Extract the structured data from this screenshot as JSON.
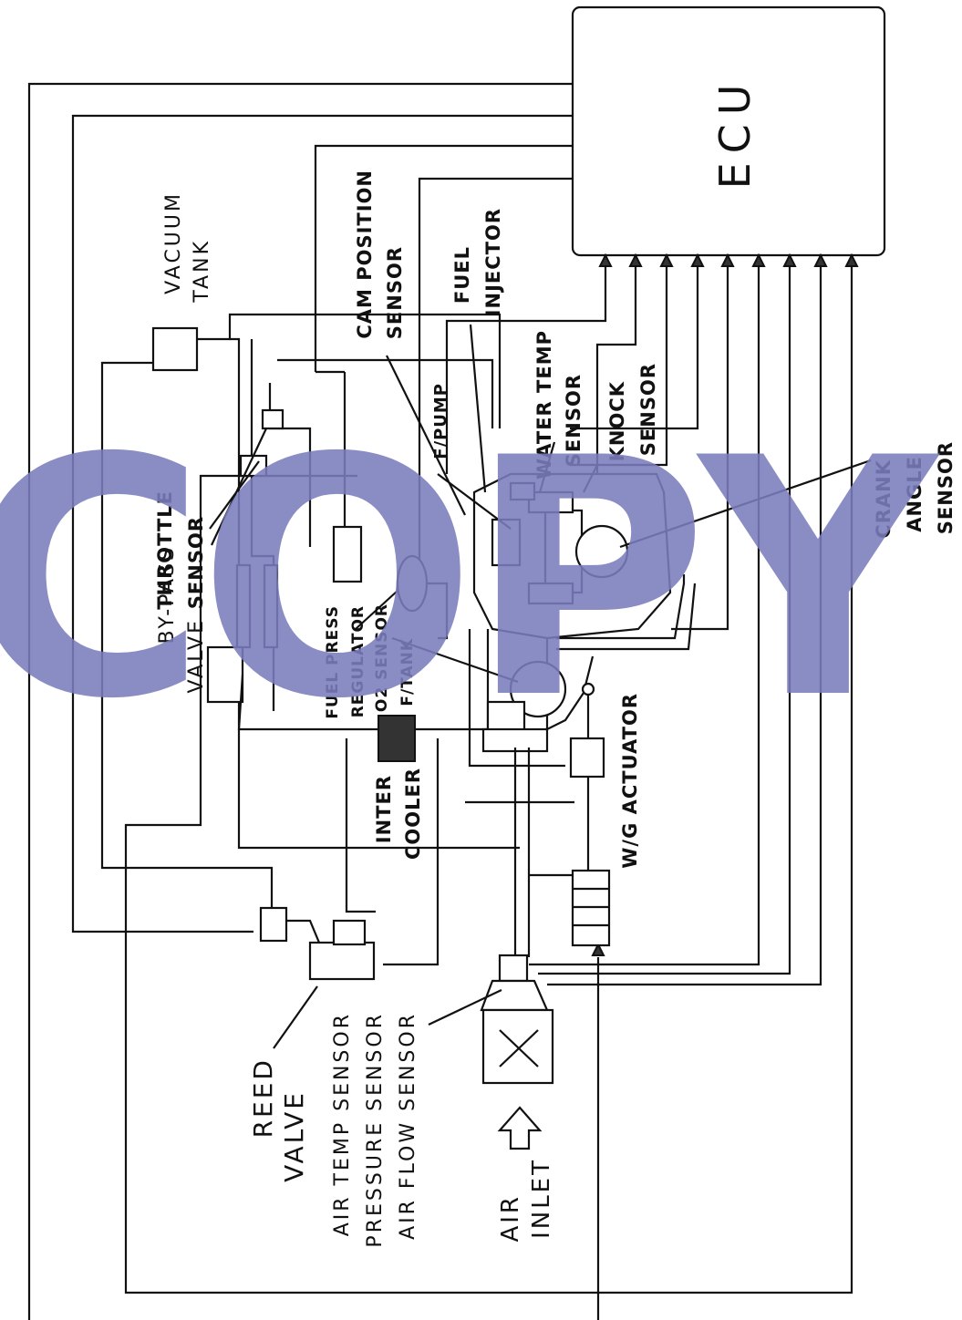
{
  "labels": {
    "ecu": "ECU",
    "vacuum_tank": [
      "VACUUM",
      "TANK"
    ],
    "cam_position_sensor": [
      "CAM POSITION",
      "SENSOR"
    ],
    "fuel_injector": [
      "FUEL",
      "INJECTOR"
    ],
    "f_pump": "F/PUMP",
    "water_temp_sensor": [
      "WATER TEMP",
      "SENSOR"
    ],
    "knock_sensor": [
      "KNOCK",
      "SENSOR"
    ],
    "crank_angle_sensor": [
      "CRANK",
      "ANGLE",
      "SENSOR"
    ],
    "throttle_sensor": [
      "THROTTLE",
      "SENSOR"
    ],
    "by_pass_valve": [
      "BY-PASS",
      "VALVE"
    ],
    "fuel_press_regulator": [
      "FUEL PRESS",
      "REGULATOR"
    ],
    "o2_sensor": "O2 SENSOR",
    "f_tank": "F/TANK",
    "inter_cooler": [
      "INTER",
      "COOLER"
    ],
    "wg_actuator": "W/G ACTUATOR",
    "reed_valve": [
      "REED",
      "VALVE"
    ],
    "air_temp_sensor": "AIR TEMP SENSOR",
    "pressure_sensor": "PRESSURE SENSOR",
    "air_flow_sensor": "AIR FLOW SENSOR",
    "air_inlet": [
      "AIR",
      "INLET"
    ]
  },
  "watermark": "COPY",
  "colors": {
    "watermark": "#7b7dbd",
    "ink": "#111111"
  }
}
